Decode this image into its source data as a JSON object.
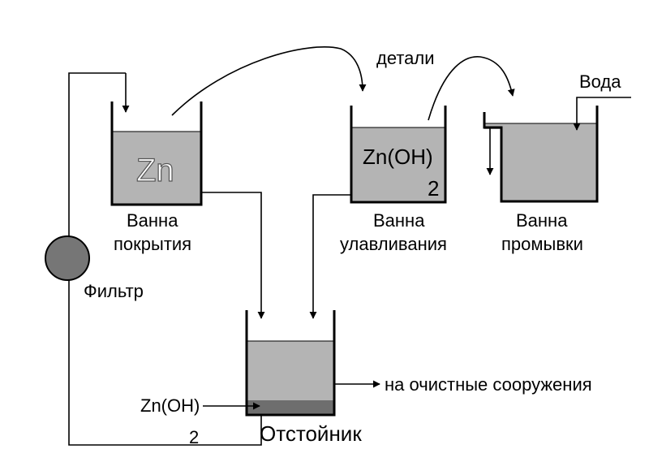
{
  "labels": {
    "details": "детали",
    "water": "Вода",
    "filter": "Фильтр",
    "coating_bath": [
      "Ванна",
      "покрытия"
    ],
    "recovery_bath": [
      "Ванна",
      "улавливания"
    ],
    "rinse_bath": [
      "Ванна",
      "промывки"
    ],
    "settler": "Отстойник",
    "to_treatment": "на очистные сооружения"
  },
  "chem": {
    "zn": "Zn",
    "zn_oh_2": {
      "base": "Zn(OH)",
      "sub": "2"
    },
    "sediment": {
      "base": "Zn(OH)",
      "sub": "2"
    }
  },
  "colors": {
    "liquid": "#b4b4b4",
    "sediment": "#6e6e6e",
    "filter": "#767676",
    "line": "#000000"
  }
}
